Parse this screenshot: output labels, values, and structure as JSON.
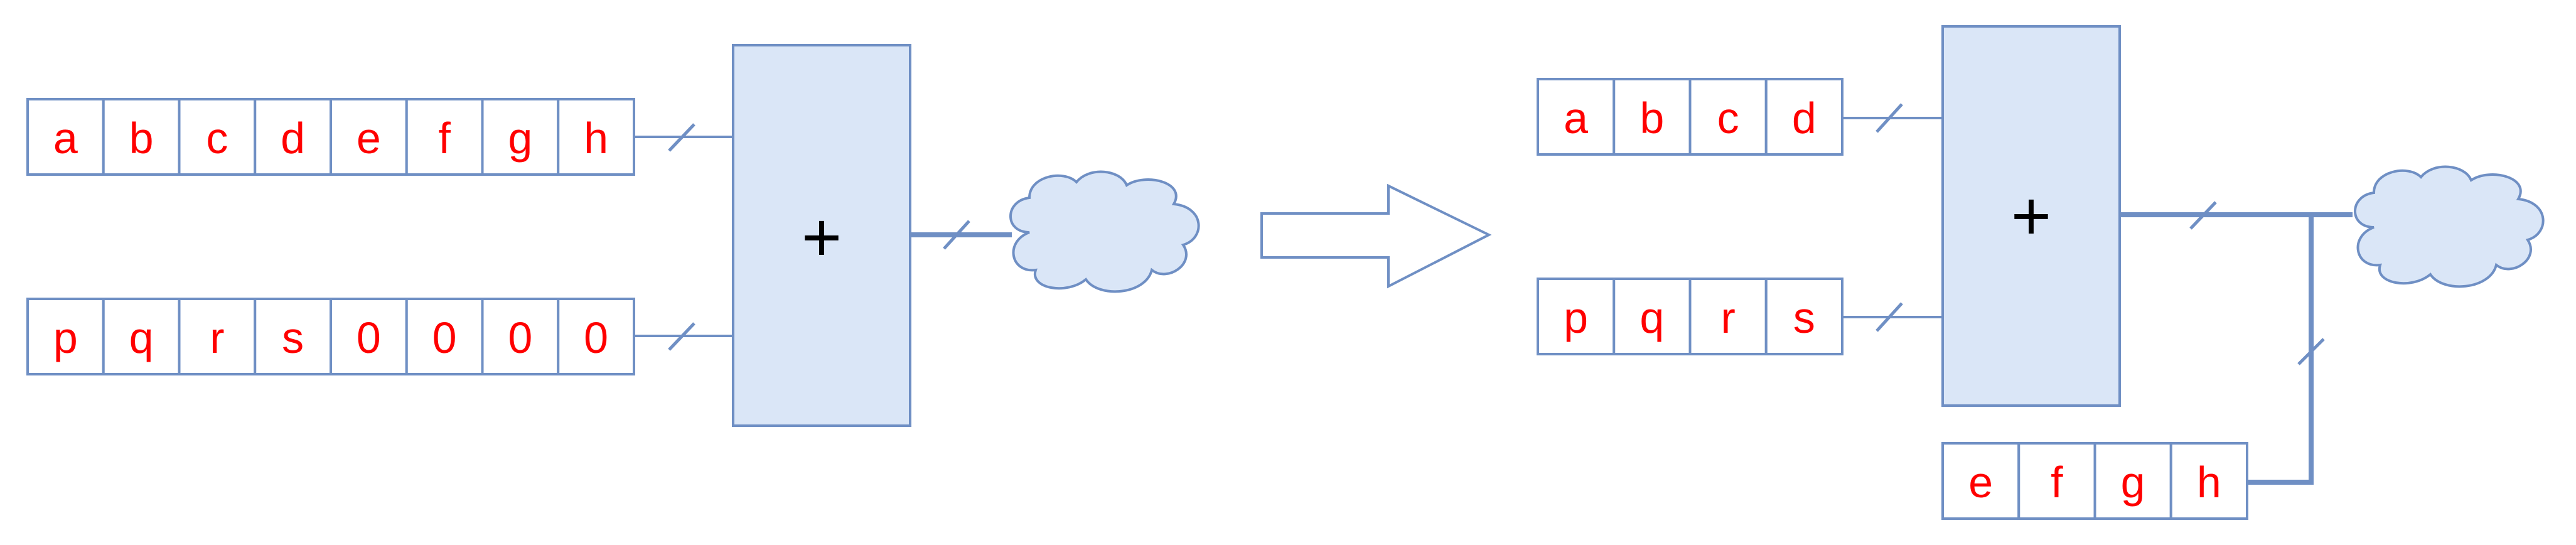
{
  "left": {
    "top_register": [
      "a",
      "b",
      "c",
      "d",
      "e",
      "f",
      "g",
      "h"
    ],
    "bottom_register": [
      "p",
      "q",
      "r",
      "s",
      "0",
      "0",
      "0",
      "0"
    ],
    "operator": "+"
  },
  "right": {
    "top_register": [
      "a",
      "b",
      "c",
      "d"
    ],
    "bottom_register": [
      "p",
      "q",
      "r",
      "s"
    ],
    "carry_register": [
      "e",
      "f",
      "g",
      "h"
    ],
    "operator": "+"
  },
  "colors": {
    "stroke": "#6f8fc4",
    "fill": "#dae6f7",
    "cell_text": "#ff0000"
  },
  "icons": {
    "cloud": "cloud-icon",
    "arrow": "right-arrow-icon"
  }
}
